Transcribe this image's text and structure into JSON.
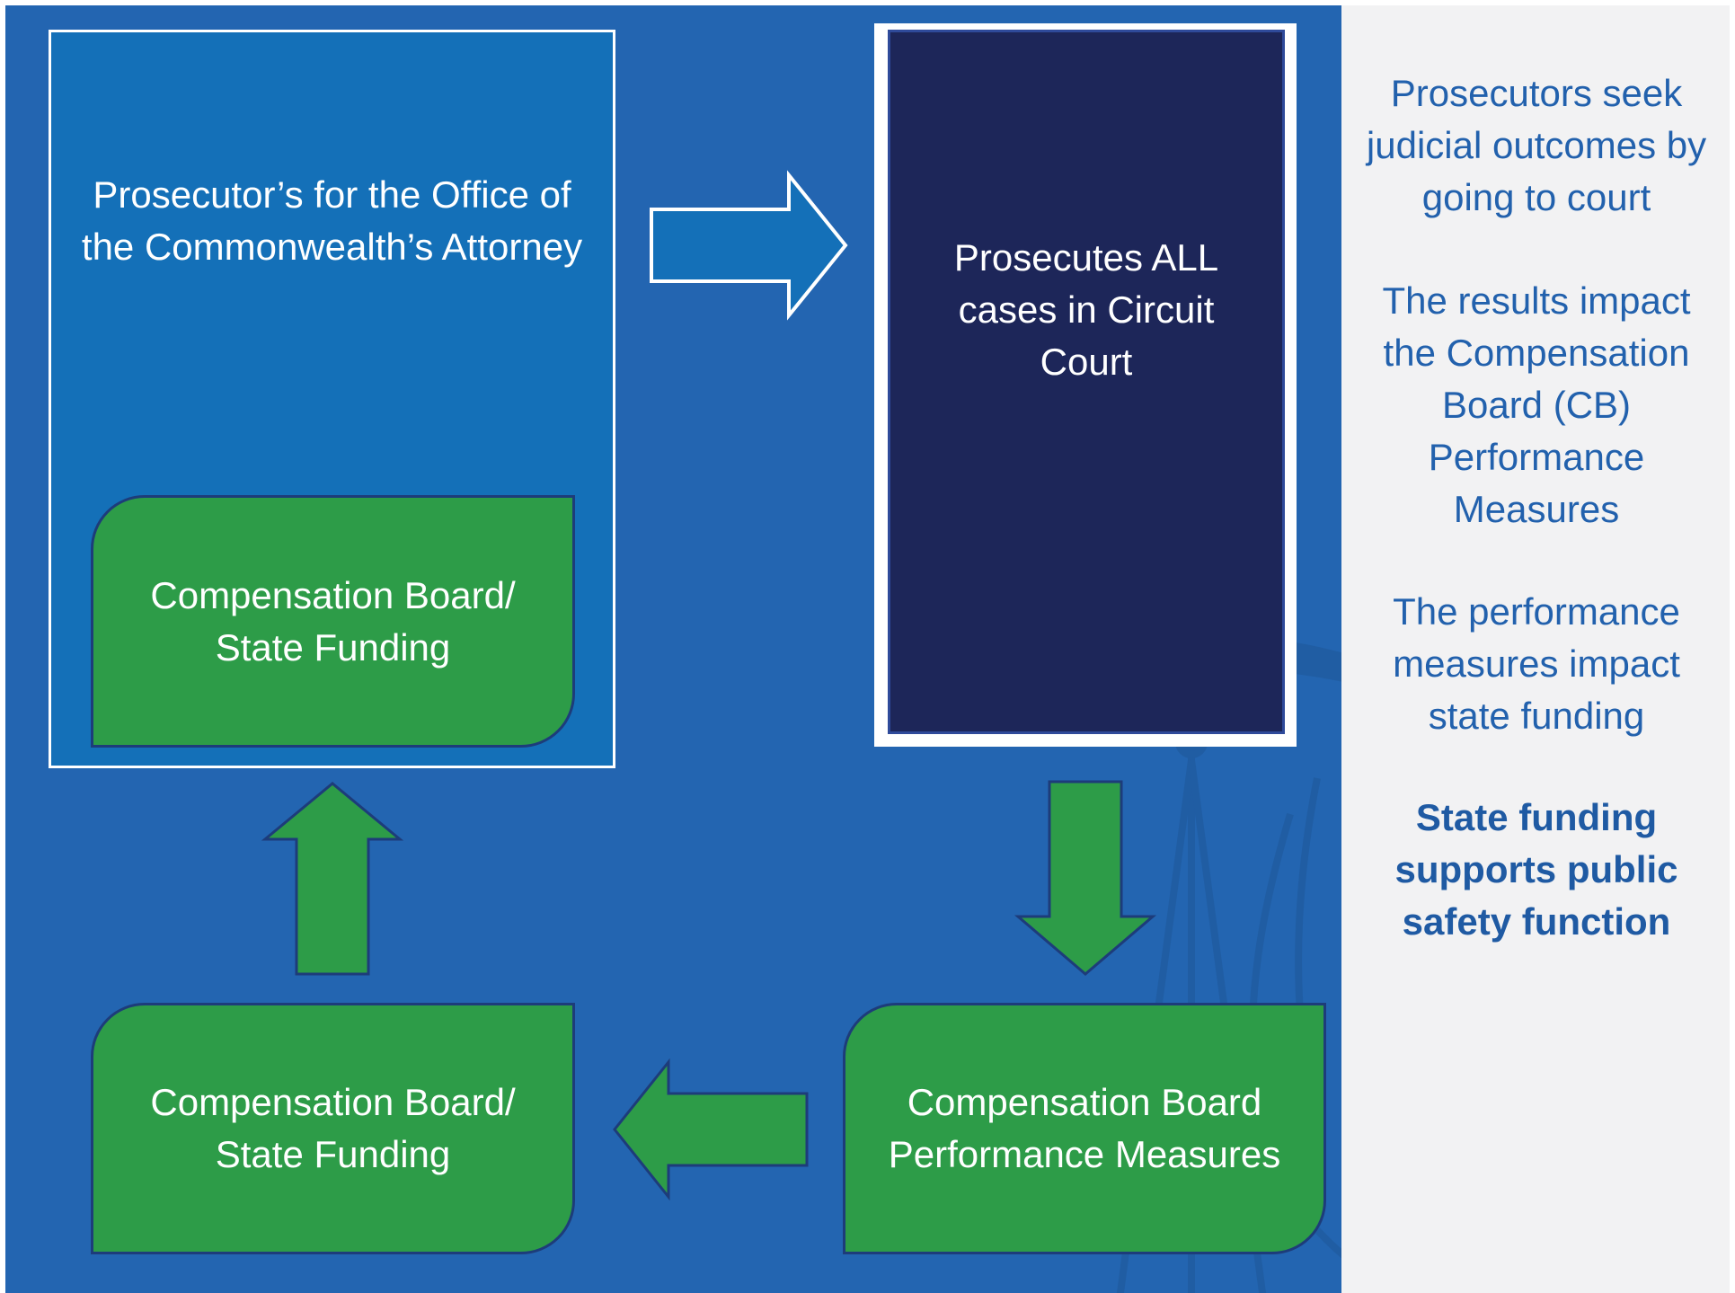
{
  "diagram": {
    "prosecutor_box": "Prosecutor’s for the Office of the Commonwealth’s Attorney",
    "court_box": "Prosecutes ALL cases in Circuit Court",
    "funding_box_top": "Compensation Board/ State Funding",
    "funding_box_bottom": "Compensation Board/ State Funding",
    "measures_box": "Compensation Board Performance Measures"
  },
  "side_notes": {
    "note1": "Prosecutors seek judicial outcomes by going to court",
    "note2": "The results impact the Compensation Board (CB) Performance Measures",
    "note3": "The performance measures impact state funding",
    "note4": "State funding supports public safety function"
  },
  "colors": {
    "background_blue": "#2365b1",
    "prosecutor_blue": "#1470b8",
    "court_navy": "#1d2659",
    "green": "#2d9c48",
    "side_panel": "#f2f2f3",
    "side_text": "#2261ad"
  }
}
